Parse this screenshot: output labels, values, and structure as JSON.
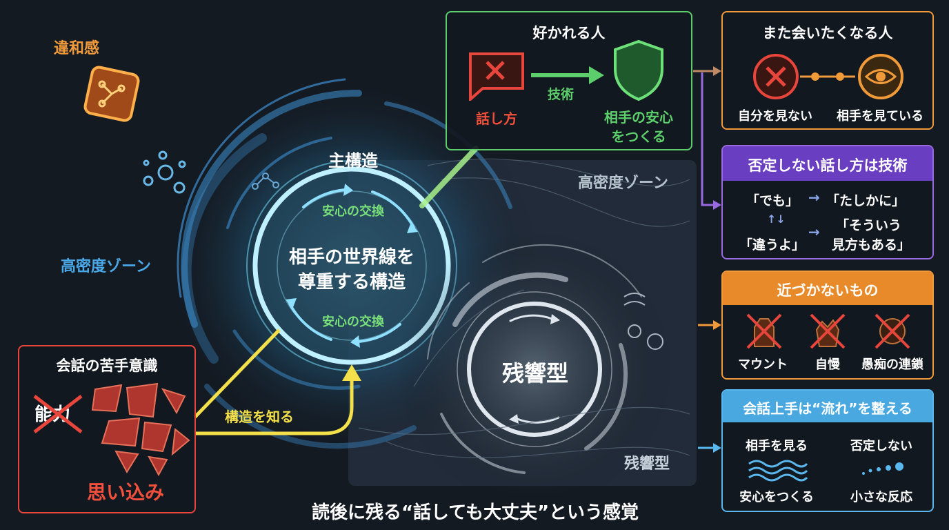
{
  "colors": {
    "blue": "#4aa8e8",
    "green": "#5ccf6c",
    "yellow": "#f3e04a",
    "red": "#e8463c",
    "orange": "#f09a3a",
    "purple": "#9a6ae0",
    "cyan": "#5ab8ef",
    "white": "#e8f0f8"
  },
  "top_left": {
    "label": "違和感",
    "icon": "chip-icon"
  },
  "left_zone": {
    "label": "高密度ゾーン"
  },
  "main": {
    "title": "主構造",
    "center_line1": "相手の世界線を",
    "center_line2": "尊重する構造",
    "exchange_top": "安心の交換",
    "exchange_bottom": "安心の交換"
  },
  "dense_zone": {
    "label": "高密度ゾーン"
  },
  "echo": {
    "center": "残響型",
    "corner": "残響型"
  },
  "weakness": {
    "title": "会話の苦手意識",
    "crossed": "能力",
    "belief": "思い込み"
  },
  "path": {
    "label": "構造を知る"
  },
  "liked": {
    "title": "好かれる人",
    "from": "話し方",
    "arrow": "技術",
    "to_line1": "相手の安心",
    "to_line2": "をつくる",
    "from_icon": "x-message-icon",
    "to_icon": "shield-icon"
  },
  "meet_again": {
    "title": "また会いたくなる人",
    "left": "自分を見ない",
    "right": "相手を見ている",
    "left_icon": "x-circle-icon",
    "right_icon": "eye-icon"
  },
  "no_deny": {
    "title": "否定しない話し方は技術",
    "row1_from": "「でも」",
    "row1_to": "「たしかに」",
    "swap": "↑↓",
    "row2_from": "「違うよ」",
    "row2_to_line1": "「そういう",
    "row2_to_line2": "見方もある」"
  },
  "avoid": {
    "title": "近づかないもの",
    "items": [
      "マウント",
      "自慢",
      "愚痴の連鎖"
    ]
  },
  "flow": {
    "title": "会話上手は“流れ”を整える",
    "items": [
      "相手を見る",
      "否定しない",
      "安心をつくる",
      "小さな反応"
    ],
    "icons": [
      "wave-icon",
      "dots-icon"
    ]
  },
  "footer": {
    "text": "読後に残る“話しても大丈夫”という感覚"
  }
}
